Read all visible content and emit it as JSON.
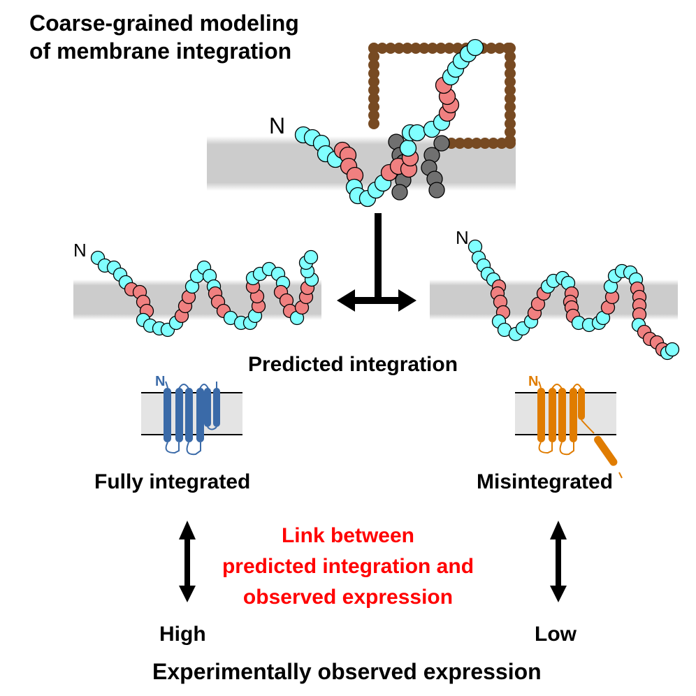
{
  "title": {
    "line1": "Coarse-grained modeling",
    "line2": "of membrane integration"
  },
  "labels": {
    "n_terminus": "N",
    "predicted_integration": "Predicted integration",
    "fully_integrated": "Fully integrated",
    "misintegrated": "Misintegrated",
    "link_line1": "Link between",
    "link_line2": "predicted integration and",
    "link_line3": "observed expression",
    "high": "High",
    "low": "Low",
    "experimental": "Experimentally observed expression"
  },
  "colors": {
    "hydrophilic_bead": "#80ffff",
    "hydrophobic_bead": "#f08080",
    "translocon_bead": "#707070",
    "ribosome": "#774a22",
    "membrane": "#cccccc",
    "fully_integrated_protein": "#3a6aa8",
    "misintegrated_protein": "#e07c00",
    "link_text": "#ff0000"
  },
  "icons": [
    "translocon-ribosome-icon",
    "protein-chain-icon",
    "double-arrow-icon",
    "membrane-protein-icon"
  ]
}
